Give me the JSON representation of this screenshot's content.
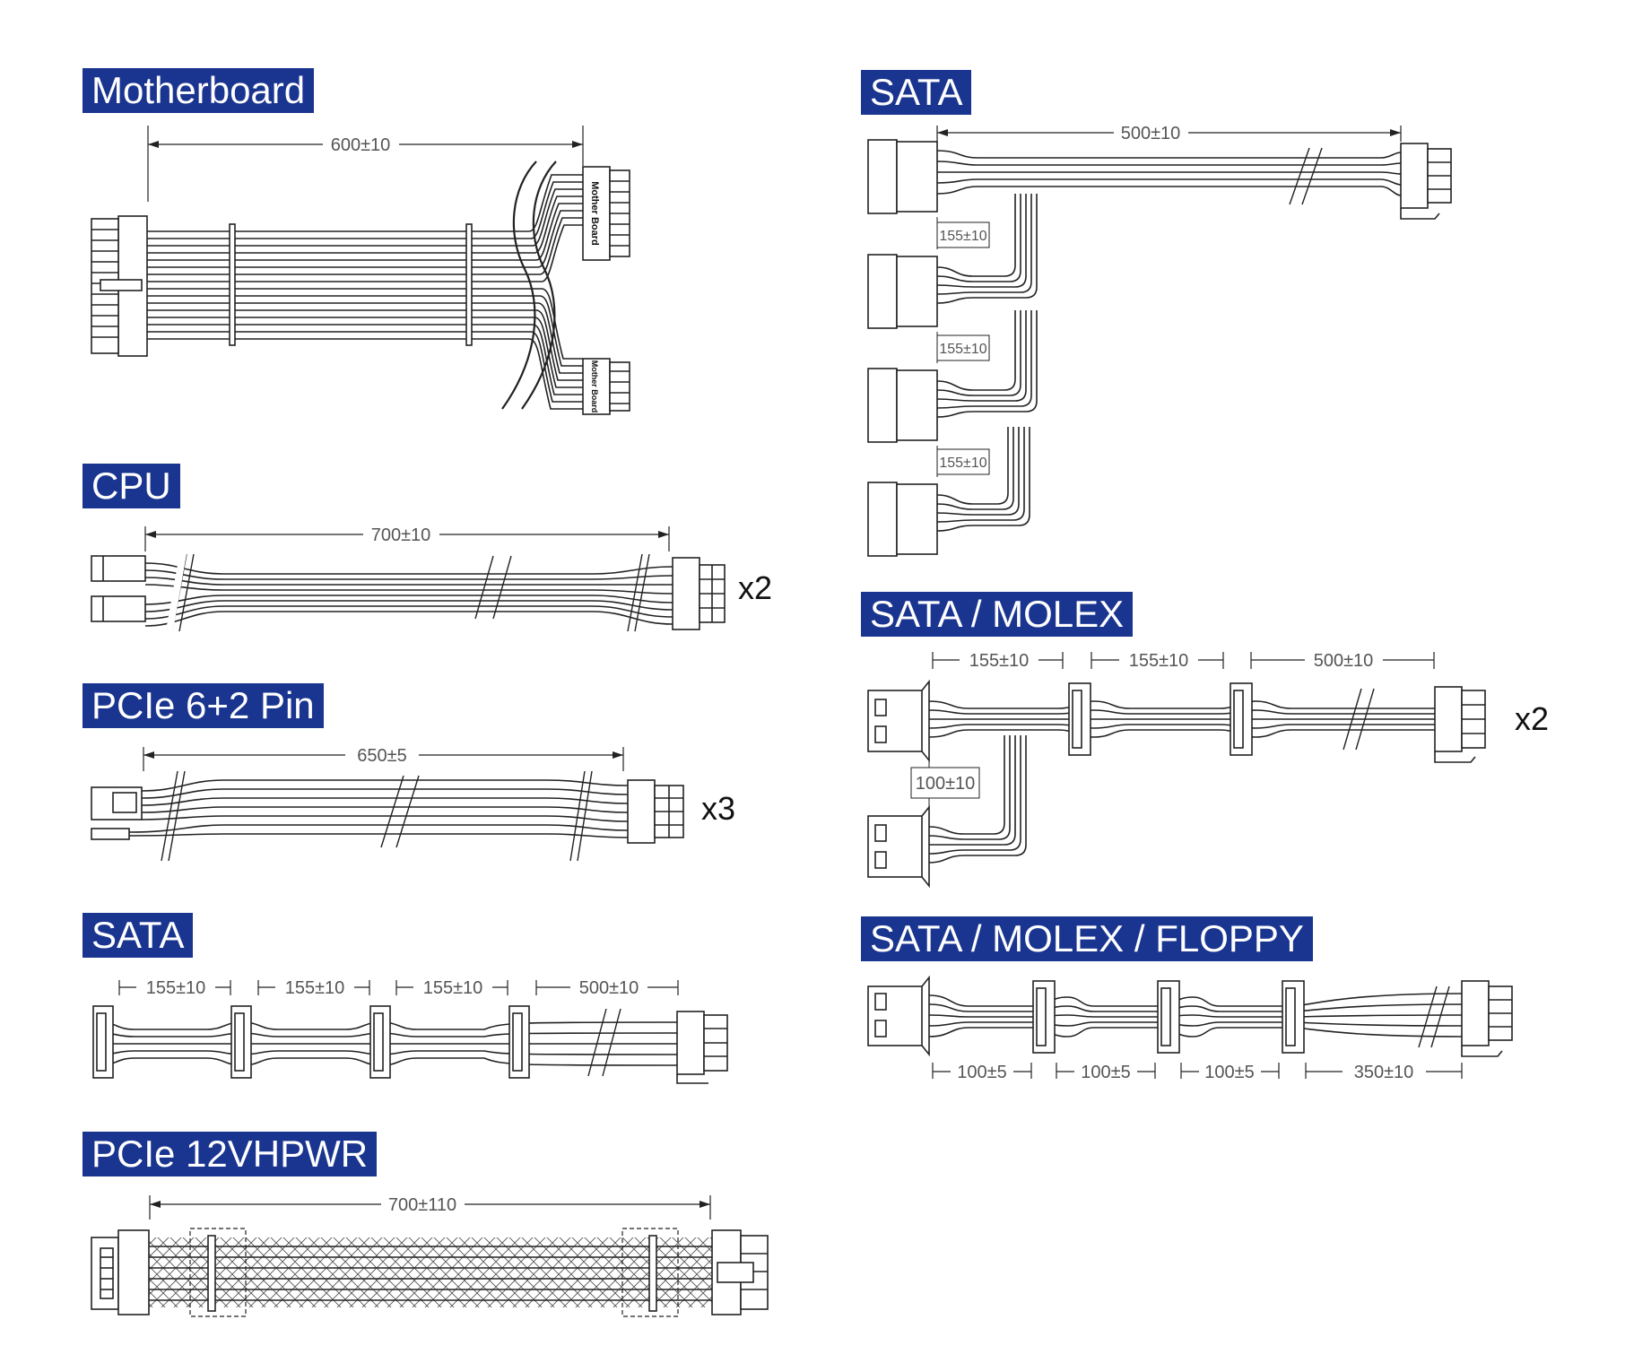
{
  "sections": {
    "motherboard": {
      "title": "Motherboard",
      "dim": "600±10",
      "conn_label_1": "Mother Board",
      "conn_label_2": "Mother Board"
    },
    "cpu": {
      "title": "CPU",
      "dim": "700±10",
      "multiplier": "x2"
    },
    "pcie62": {
      "title": "PCIe 6+2 Pin",
      "dim": "650±5",
      "multiplier": "x3"
    },
    "sata_left": {
      "title": "SATA",
      "dims": [
        "155±10",
        "155±10",
        "155±10",
        "500±10"
      ]
    },
    "pcie12v": {
      "title": "PCIe 12VHPWR",
      "dim": "700±110"
    },
    "sata_right": {
      "title": "SATA",
      "dim_main": "500±10",
      "dims_branch": [
        "155±10",
        "155±10",
        "155±10"
      ]
    },
    "sata_molex": {
      "title": "SATA / MOLEX",
      "dims": [
        "155±10",
        "155±10",
        "500±10"
      ],
      "dim_branch": "100±10",
      "multiplier": "x2"
    },
    "sata_molex_floppy": {
      "title": "SATA / MOLEX / FLOPPY",
      "dims": [
        "100±5",
        "100±5",
        "100±5",
        "350±10"
      ]
    }
  },
  "colors": {
    "title_bg": "#1a3590",
    "title_fg": "#ffffff",
    "line": "#222222",
    "dim_text": "#555555"
  }
}
